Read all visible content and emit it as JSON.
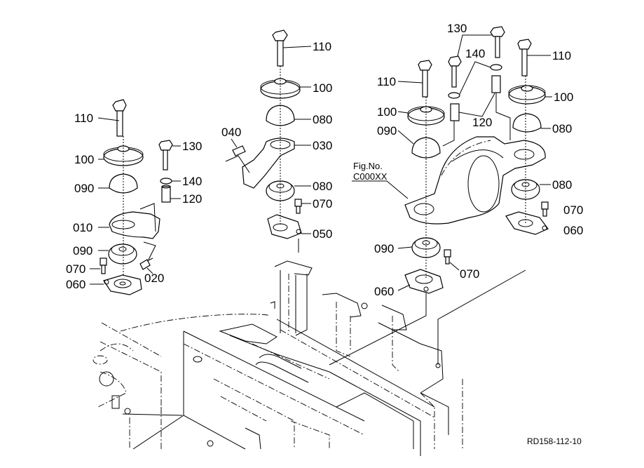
{
  "diagram": {
    "type": "exploded-parts-diagram",
    "reference_code": "RD158-112-10",
    "figure_reference": {
      "line1": "Fig.No.",
      "line2": "C000XX"
    },
    "groups": {
      "left_mount": {
        "labels": {
          "bolt": "110",
          "upper_cushion_plate": "100",
          "upper_rubber": "090",
          "bracket": "010",
          "lower_rubber": "090",
          "bolt_small": "070",
          "base_plate": "060",
          "side_bolt": "020",
          "collar_bolt": "130",
          "washer": "140",
          "collar": "120"
        }
      },
      "center_mount": {
        "labels": {
          "bolt": "110",
          "upper_cushion_plate": "100",
          "upper_rubber": "080",
          "bolt_side": "040",
          "bracket": "030",
          "lower_rubber": "080",
          "bolt_small": "070",
          "base_plate": "050"
        }
      },
      "right_mount": {
        "labels": {
          "collar_bolt": "130",
          "washer": "140",
          "bolt_left": "110",
          "cushion_plate_left": "100",
          "rubber_left": "090",
          "collar": "120",
          "bolt_right": "110",
          "cushion_plate_right": "100",
          "rubber_right": "080",
          "lower_rubber_right": "080",
          "bolt_small_right": "070",
          "base_plate_right": "060",
          "lower_rubber_left": "090",
          "bolt_small_left": "070",
          "base_plate_left": "060"
        }
      }
    }
  }
}
